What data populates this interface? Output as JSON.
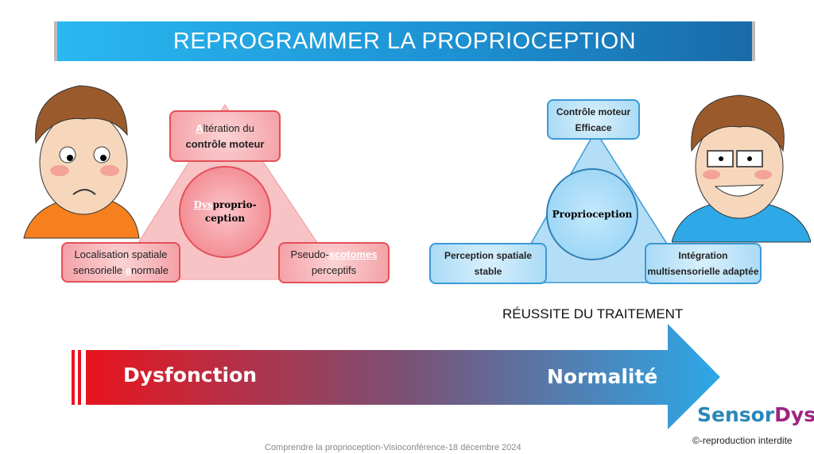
{
  "title": "REPROGRAMMER LA PROPRIOCEPTION",
  "left_diagram": {
    "center": {
      "highlight": "Dys",
      "rest_line1": "proprio-",
      "line2": "ception"
    },
    "top": {
      "hl": "A",
      "line1_rest": "ltération du",
      "line2": "contrôle moteur"
    },
    "bottom_left": {
      "line1": "Localisation spatiale",
      "line2_pre": "sensorielle ",
      "hl": "a",
      "line2_post": "normale"
    },
    "bottom_right": {
      "pre": "Pseudo-",
      "hl": "scotomes",
      "line2": "perceptifs"
    }
  },
  "right_diagram": {
    "center": "Proprioception",
    "top": {
      "line1": "Contrôle moteur",
      "line2": "Efficace"
    },
    "bottom_left": {
      "line1": "Perception spatiale",
      "line2": "stable"
    },
    "bottom_right": {
      "line1": "Intégration",
      "line2": "multisensorielle adaptée"
    }
  },
  "success_label": "RÉUSSITE DU TRAITEMENT",
  "arrow": {
    "left": "Dysfonction",
    "right": "Normalité"
  },
  "logo": {
    "part1": "Sensor",
    "part2": "Dys"
  },
  "copyright": "©-reproduction interdite",
  "footer": "Comprendre la proprioception-Visioconférence-18 décembre 2024"
}
